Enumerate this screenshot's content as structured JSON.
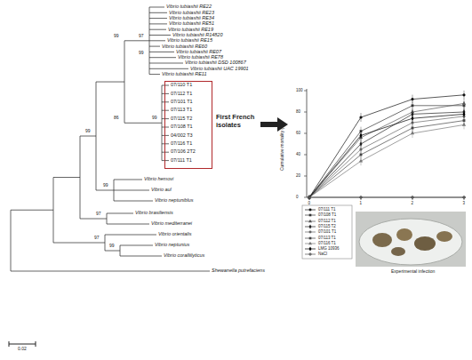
{
  "diagram": {
    "nodes": [
      {
        "text": [
          "07/110 T1",
          "07/112 T1",
          "07/101 T1",
          "07/113 T1",
          "07/115 T2",
          "07/108 T1",
          "04/002 T3",
          "07/116 T1",
          "07/106 2T2",
          "07/111 T1",
          "First French isolates"
        ]
      }
    ],
    "labels": [
      "Vibrio tubiashii RE22",
      "Vibrio tubiashii RE23",
      "Vibrio tubiashii RE34",
      "Vibrio tubiashii RE51",
      "Vibrio tubiashii RE19",
      "Vibrio tubiashii R14820",
      "Vibrio tubiashii RE15",
      "Vibrio tubiashii RE60",
      "Vibrio tubiashii RE07",
      "Vibrio tubiashii RE78",
      "Vibrio tubiashii DSD 100867",
      "Vibrio tubiashii UAC 19901",
      "Vibrio tubiashii RE11",
      "Vibrio hemovi",
      "Vibrio aul",
      "Vibrio neptuniblus",
      "Vibrio brasiliensis",
      "Vibrio mediterranei",
      "Vibrio orientalis",
      "Vibrio neptunius",
      "Vibrio coralliilyticus",
      "Shewanella putrefaciens",
      "97",
      "99",
      "99",
      "86",
      "99",
      "99",
      "99",
      "97",
      "97",
      "99",
      "0.02",
      "0",
      "20",
      "40",
      "60",
      "80",
      "100",
      "0",
      "1",
      "2",
      "3",
      "Cumulative mortality (%)",
      "Experimental infection"
    ],
    "legend": [
      {
        "text": "07/111 T1"
      },
      {
        "text": "07/108 T1"
      },
      {
        "text": "07/112 T1"
      },
      {
        "text": "07/115 T2"
      },
      {
        "text": "07/101 T1"
      },
      {
        "text": "07/113 T1"
      },
      {
        "text": "07/116 T1"
      },
      {
        "text": "LMG 10936"
      },
      {
        "text": "NaCl"
      }
    ]
  }
}
